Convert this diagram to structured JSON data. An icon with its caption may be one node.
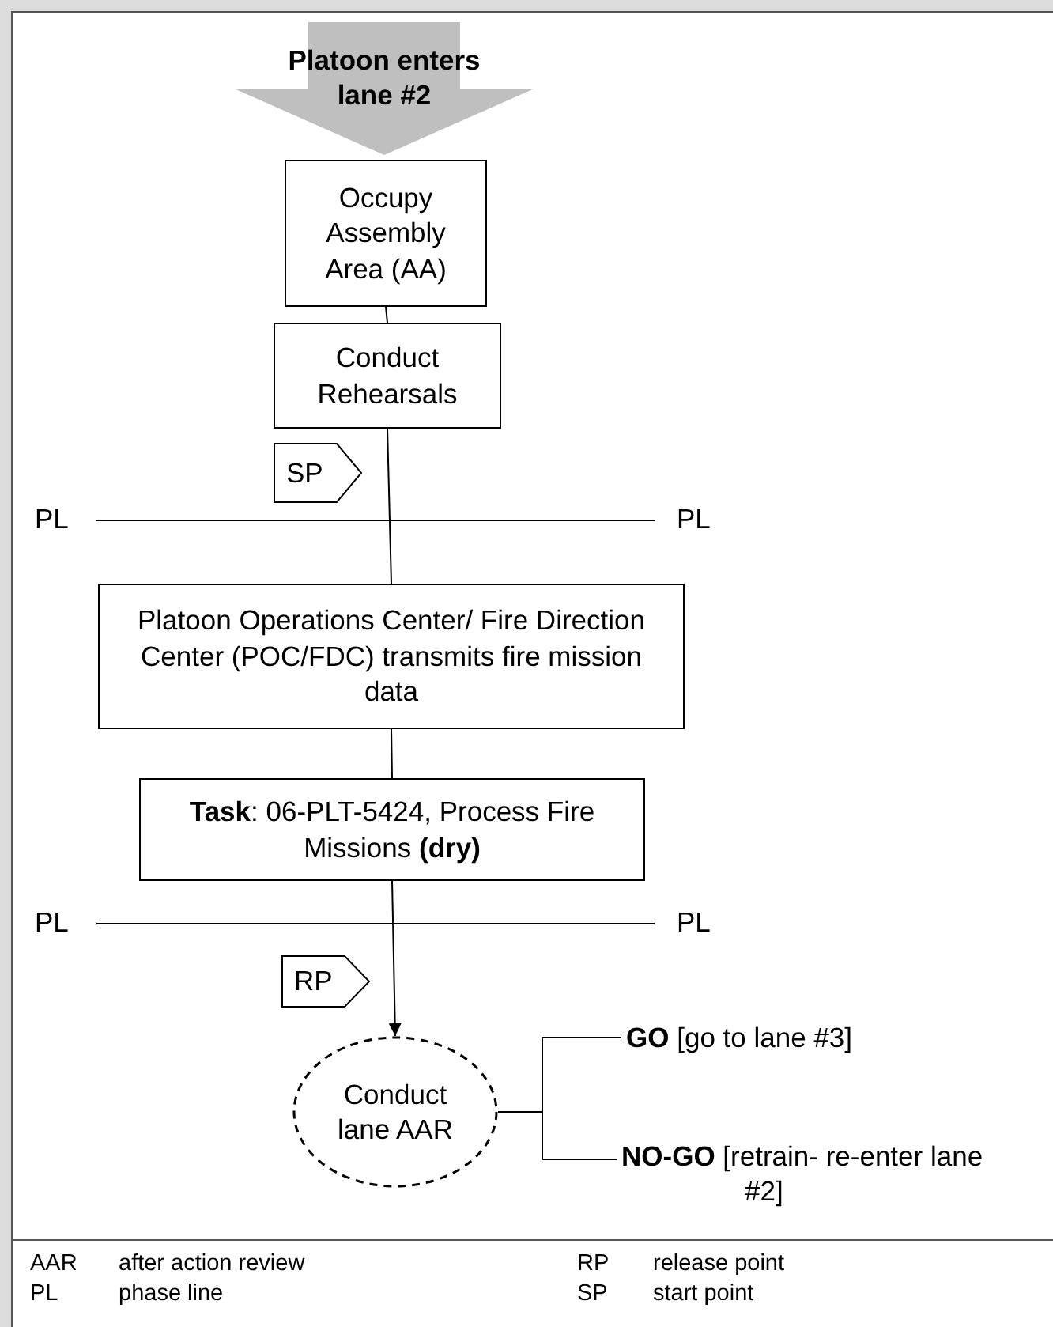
{
  "diagram": {
    "nodes": [
      {
        "text": [
          "Platoon enters lane #2"
        ]
      },
      {
        "text": [
          "Occupy Assembly Area (AA)"
        ]
      },
      {
        "text": [
          "Conduct Rehearsals"
        ]
      },
      {
        "text": [
          "SP"
        ]
      },
      {
        "text": [
          "Platoon Operations Center/ Fire Direction Center (POC/FDC) transmits fire mission data"
        ]
      },
      {
        "text": [
          "**Task**: 06-PLT-5424, Process Fire Missions **(dry)**"
        ]
      },
      {
        "text": [
          "RP"
        ]
      },
      {
        "text": [
          "Conduct lane AAR"
        ]
      },
      {
        "text": [
          "**GO** [go to lane #3]"
        ]
      },
      {
        "text": [
          "**NO-GO** [retrain- re-enter lane #2]"
        ]
      }
    ],
    "edges": [
      {
        "from": 1,
        "to": 2,
        "arrow": "none"
      },
      {
        "from": 2,
        "to": 4,
        "arrow": "none"
      },
      {
        "from": 4,
        "to": 5,
        "arrow": "none"
      },
      {
        "from": 5,
        "to": 7,
        "arrow": "to"
      },
      {
        "from": 7,
        "to": 8,
        "arrow": "none"
      },
      {
        "from": 7,
        "to": 9,
        "arrow": "none"
      }
    ],
    "labels": [
      "PL",
      "PL",
      "PL",
      "PL",
      "AAR",
      "after action review",
      "RP",
      "release point",
      "PL",
      "phase line",
      "SP",
      "start point"
    ]
  }
}
